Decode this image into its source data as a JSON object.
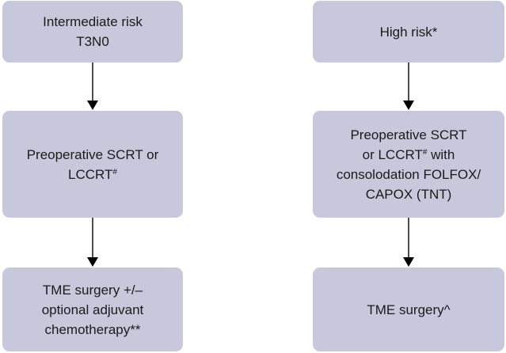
{
  "flowchart": {
    "left": {
      "box1": {
        "line1": "Intermediate risk",
        "line2": "T3N0"
      },
      "box2": {
        "line1": "Preoperative SCRT or",
        "line2_main": "LCCRT",
        "line2_sup": "#"
      },
      "box3": {
        "line1": "TME surgery +/–",
        "line2": "optional adjuvant",
        "line3": "chemotherapy**"
      }
    },
    "right": {
      "box1": {
        "line1": "High risk*"
      },
      "box2": {
        "line1": "Preoperative SCRT",
        "line2_pre": "or LCCRT",
        "line2_sup": "#",
        "line2_post": " with",
        "line3": "consolodation FOLFOX/",
        "line4": "CAPOX (TNT)"
      },
      "box3": {
        "line1": "TME surgery^"
      }
    },
    "colors": {
      "box_fill": "#c8c8dc",
      "text": "#1a1a1a",
      "arrow": "#000000"
    }
  }
}
